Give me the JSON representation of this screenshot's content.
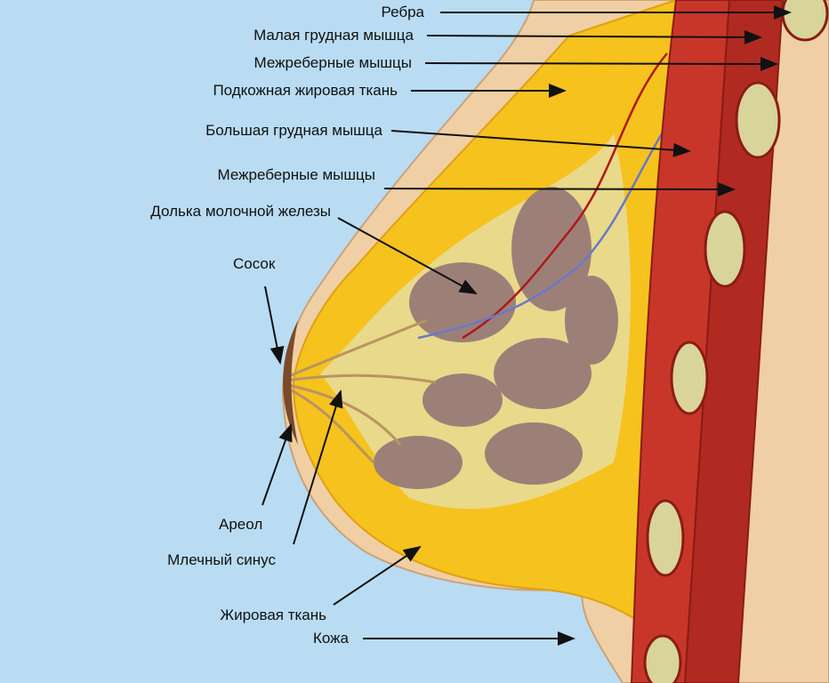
{
  "labels": {
    "ribs": "Ребра",
    "pectoralis_minor": "Малая грудная мышца",
    "intercostal_1": "Межреберные мышцы",
    "subcutaneous_fat": "Подкожная жировая ткань",
    "pectoralis_major": "Большая грудная мышца",
    "intercostal_2": "Межреберные мышцы",
    "lobule": "Долька молочной железы",
    "nipple": "Сосок",
    "areola": "Ареол",
    "lactiferous_sinus": "Млечный синус",
    "fat_tissue": "Жировая ткань",
    "skin": "Кожа"
  },
  "colors": {
    "background": "#b9dcf2",
    "skin": "#f0cfa4",
    "fat": "#f6c21e",
    "muscle": "#c8362a",
    "gland": "#9c8078",
    "rib": "#d8d49a"
  }
}
